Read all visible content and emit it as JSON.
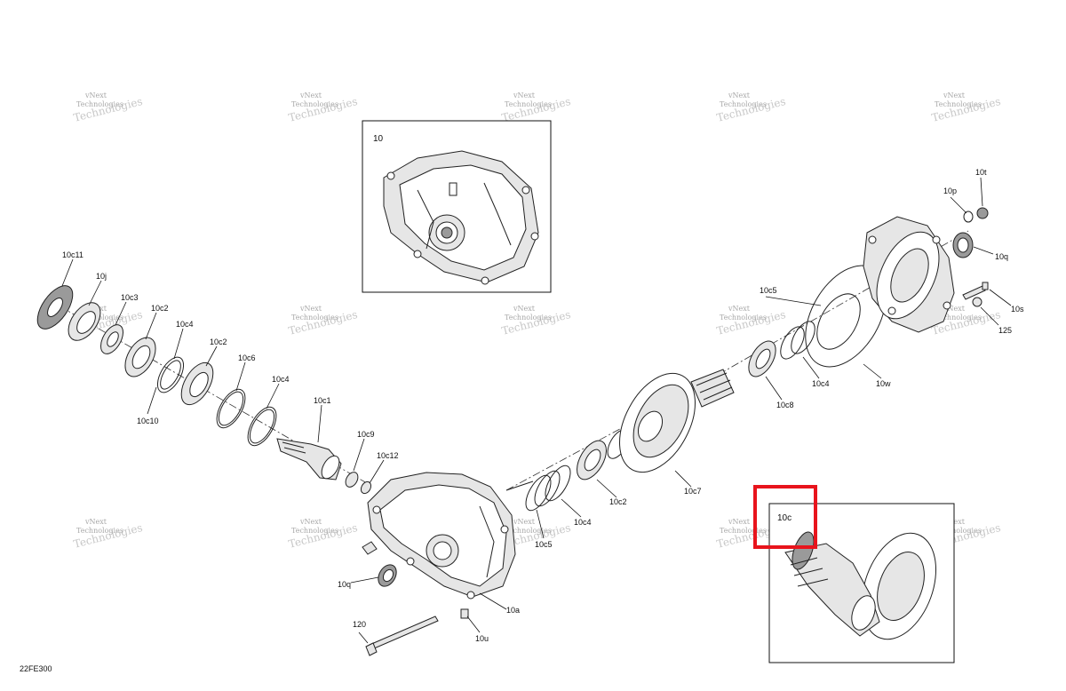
{
  "diagram": {
    "ref_code": "22FE300",
    "watermark": {
      "line1": "vNext",
      "line2": "Technologies"
    },
    "inset_labels": {
      "assembly": "10",
      "subassembly": "10c"
    },
    "highlight_color": "#e8141c",
    "callouts": {
      "c10c11": "10c11",
      "c10j": "10j",
      "c10c3": "10c3",
      "c10c2a": "10c2",
      "c10c4a": "10c4",
      "c10c10": "10c10",
      "c10c2b": "10c2",
      "c10c6": "10c6",
      "c10c4b": "10c4",
      "c10c1": "10c1",
      "c10c9": "10c9",
      "c10c12": "10c12",
      "c10q_left": "10q",
      "c120": "120",
      "c10u": "10u",
      "c10a": "10a",
      "c10c5a": "10c5",
      "c10c4c": "10c4",
      "c10c2c": "10c2",
      "c10c7": "10c7",
      "c10c5b": "10c5",
      "c10c8": "10c8",
      "c10c4d": "10c4",
      "c10w": "10w",
      "c10t": "10t",
      "c10p": "10p",
      "c10q_right": "10q",
      "c10s": "10s",
      "c125": "125"
    }
  }
}
